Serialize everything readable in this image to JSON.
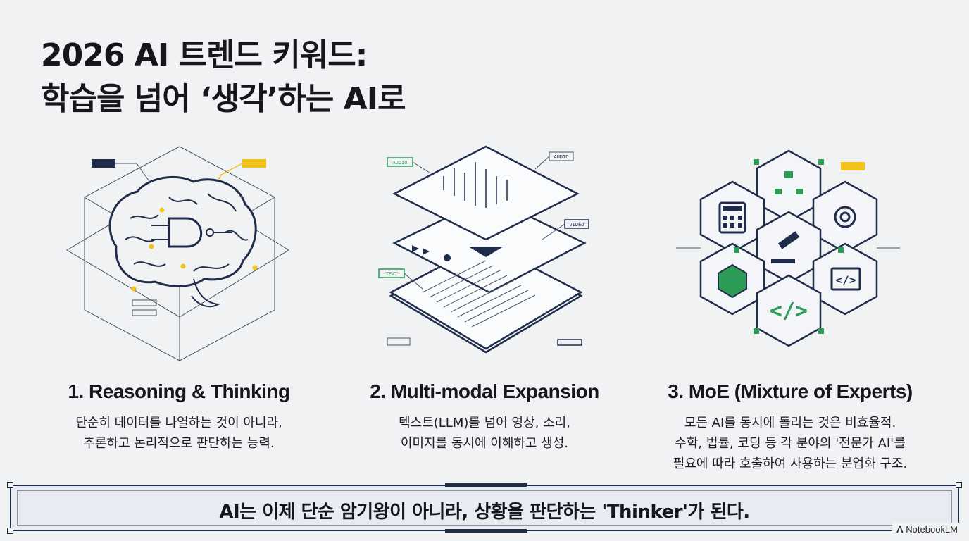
{
  "title": {
    "line1": "2026 AI 트렌드 키워드:",
    "line2": "학습을 넘어 ‘생각’하는 AI로"
  },
  "columns": [
    {
      "heading": "1. Reasoning & Thinking",
      "desc1": "단순히 데이터를 나열하는 것이 아니라,",
      "desc2": "추론하고 논리적으로 판단하는 능력.",
      "illustration": "brain-logic-gate-icon"
    },
    {
      "heading": "2. Multi-modal Expansion",
      "desc1": "텍스트(LLM)를 넘어 영상, 소리,",
      "desc2": "이미지를 동시에 이해하고 생성.",
      "illustration": "stacked-media-layers-icon",
      "labels": {
        "audio_left": "AUDIO",
        "audio_right": "AUDIO",
        "video": "VIDEO",
        "text": "TEXT"
      }
    },
    {
      "heading": "3. MoE (Mixture of Experts)",
      "desc1": "모든 AI를 동시에 돌리는 것은 비효율적.",
      "desc2": "수학, 법률, 코딩 등 각 분야의 '전문가 AI'를",
      "desc3": "필요에 따라 호출하여 사용하는 분업화 구조.",
      "illustration": "hexagon-expert-grid-icon"
    }
  ],
  "banner": {
    "message": "AI는 이제 단순 암기왕이 아니라, 상황을 판단하는 'Thinker'가 된다."
  },
  "watermark": {
    "label": "NotebookLM",
    "icon": "notebooklm-icon"
  },
  "colors": {
    "navy": "#1f2d4a",
    "yellow": "#f2c21b",
    "green": "#2e9b57",
    "background": "#f1f2f4"
  }
}
